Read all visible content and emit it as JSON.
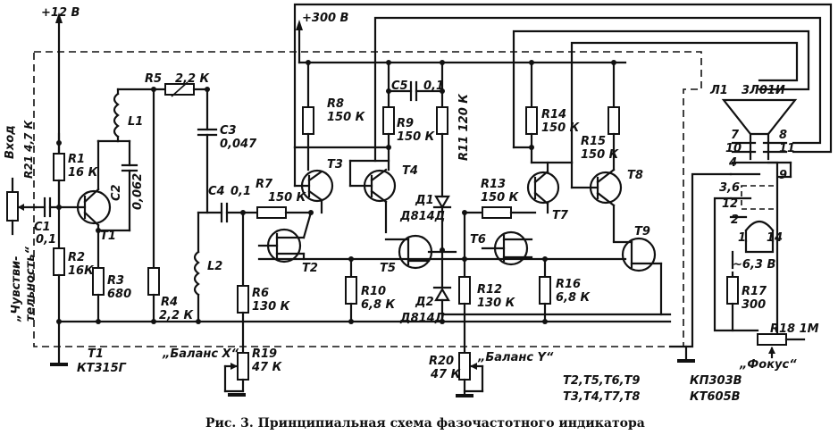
{
  "caption": "Рис. 3. Принципиальная схема фазочастотного индикатора",
  "supply": {
    "low": "+12 В",
    "high": "+300 В"
  },
  "input": {
    "label": "Вход",
    "pot": "R21 4,7 К",
    "sens": "„Чувстви-",
    "sens2": "тельность“"
  },
  "components": {
    "R1": "R1",
    "R1v": "16 К",
    "R2": "R2",
    "R2v": "16К",
    "R3": "R3",
    "R3v": "680",
    "R4": "R4",
    "R4v": "2,2 К",
    "R5": "R5",
    "R5v": "2,2 К",
    "R6": "R6",
    "R6v": "130 К",
    "R7": "R7",
    "R7v": "150 К",
    "R8": "R8",
    "R8v": "150 К",
    "R9": "R9",
    "R9v": "150 К",
    "R10": "R10",
    "R10v": "6,8 К",
    "R11": "R11 120 К",
    "R12": "R12",
    "R12v": "130 К",
    "R13": "R13",
    "R13v": "150 К",
    "R14": "R14",
    "R14v": "150 К",
    "R15": "R15",
    "R15v": "150 К",
    "R16": "R16",
    "R16v": "6,8 К",
    "R17": "R17",
    "R17v": "300",
    "R18": "R18  1М",
    "R19": "R19",
    "R19v": "47 К",
    "R20": "R20",
    "R20v": "47 К",
    "C1": "C1",
    "C1v": "0,1",
    "C2": "C2",
    "C2v": "0,062",
    "C3": "C3",
    "C3v": "0,047",
    "C4": "C4",
    "C4v": "0,1",
    "C5": "C5",
    "C5v": "0,1",
    "L1": "L1",
    "L2": "L2",
    "D1": "Д1",
    "D1v": "Д814Д",
    "D2": "Д2",
    "D2v": "Д814Д",
    "T1": "T1",
    "T2": "T2",
    "T3": "T3",
    "T4": "T4",
    "T5": "T5",
    "T6": "T6",
    "T7": "T7",
    "T8": "T8",
    "T9": "T9",
    "tube": "Л1",
    "tubeType": "3Л01И",
    "heater": "~6,3 В"
  },
  "tube_pins": [
    "7",
    "10",
    "4",
    "8",
    "11",
    "9",
    "3,6",
    "12",
    "2",
    "1",
    "14"
  ],
  "controls": {
    "balX": "„Баланс X“",
    "balY": "„Баланс Y“",
    "focus": "„Фокус“"
  },
  "legend": {
    "t1": "T1",
    "t1type": "КТ315Г",
    "fet_list": "T2,T5,T6,T9",
    "fet_type": "КП303В",
    "bjt_list": "T3,T4,T7,T8",
    "bjt_type": "КТ605В"
  }
}
